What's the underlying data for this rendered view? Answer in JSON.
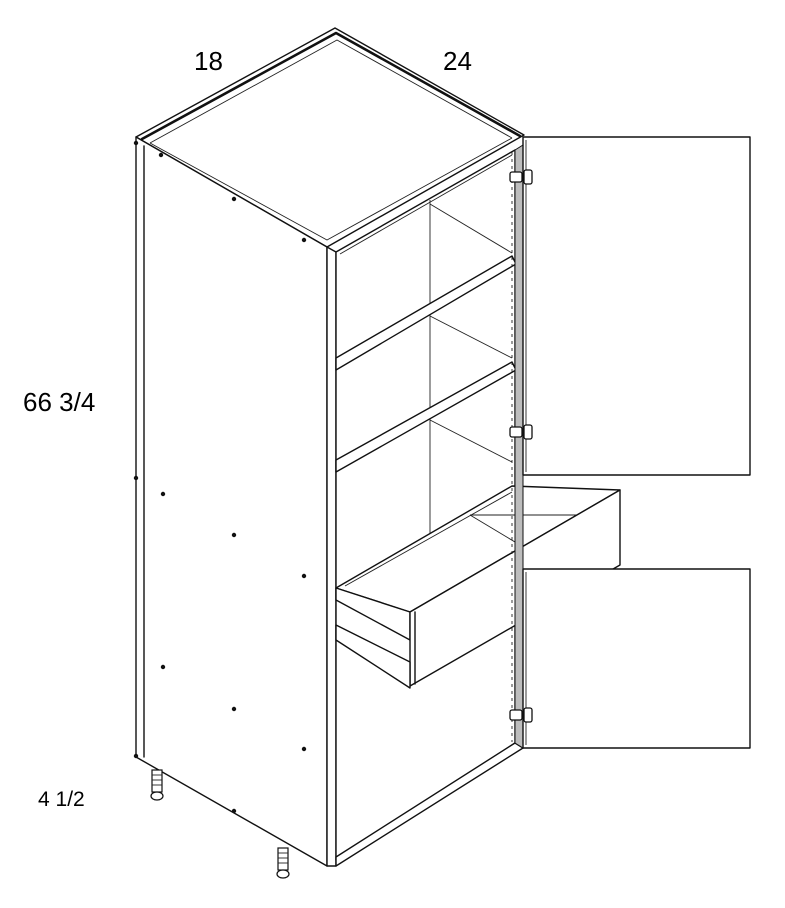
{
  "dimensions": {
    "width": "18",
    "depth": "24",
    "height": "66 3/4",
    "toe_kick": "4 1/2"
  },
  "colors": {
    "line": "#111111",
    "background": "#ffffff",
    "edge_band": "#bdbdbd"
  }
}
